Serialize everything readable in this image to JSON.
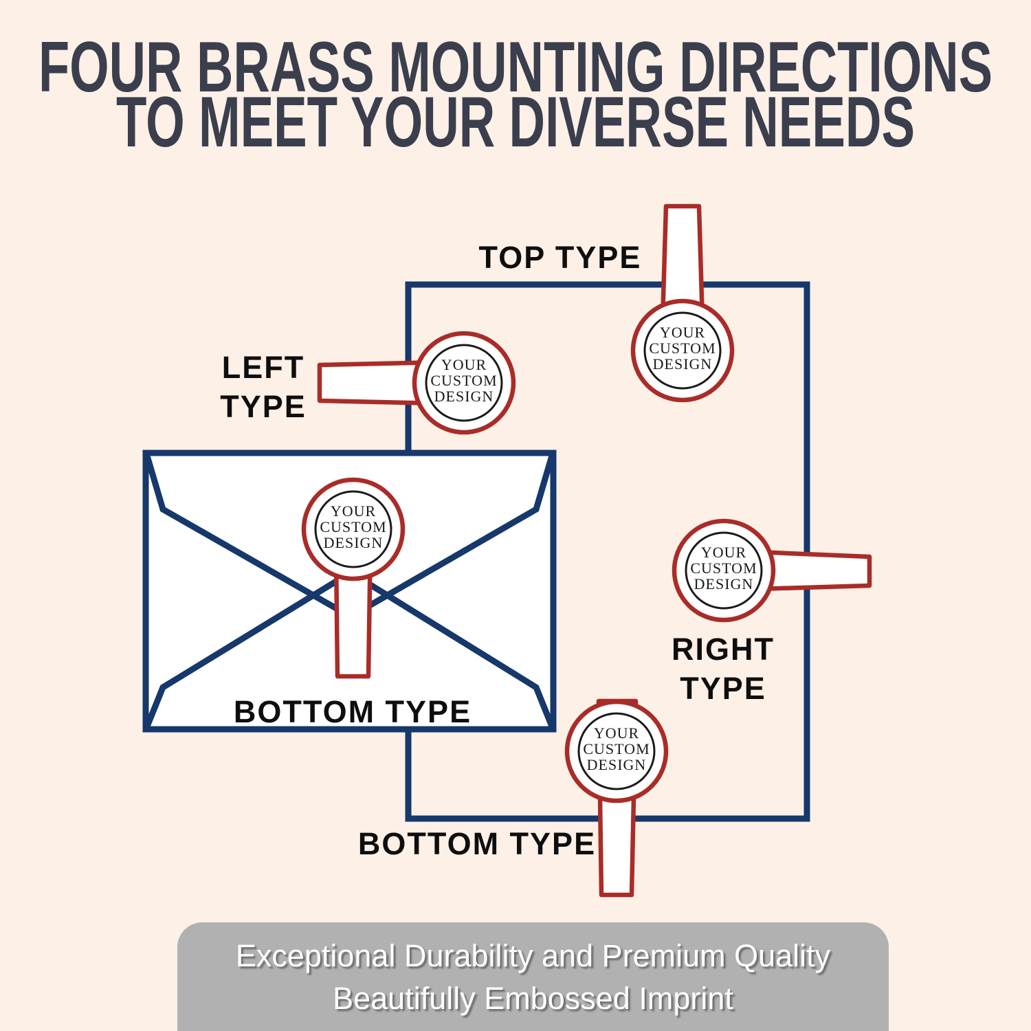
{
  "title": {
    "line1": "FOUR BRASS MOUNTING DIRECTIONS",
    "line2": "TO MEET YOUR DIVERSE NEEDS"
  },
  "seal": {
    "lines": [
      "YOUR",
      "CUSTOM",
      "DESIGN"
    ]
  },
  "labels": {
    "top": "TOP TYPE",
    "left": {
      "lines": [
        "LEFT",
        "TYPE"
      ]
    },
    "right": {
      "lines": [
        "RIGHT",
        "TYPE"
      ]
    },
    "bottom": "BOTTOM TYPE",
    "envelope": "BOTTOM TYPE"
  },
  "banner": {
    "line1": "Exceptional Durability and Premium Quality",
    "line2": "Beautifully Embossed Imprint"
  },
  "colors": {
    "background": "#fdf0e7",
    "navy": "#16386b",
    "red": "#a92c28",
    "title": "#3a3e4d",
    "label": "#0e0e0e",
    "sealink": "#1a1a1a",
    "banner_bg": "#b1b1b1"
  }
}
